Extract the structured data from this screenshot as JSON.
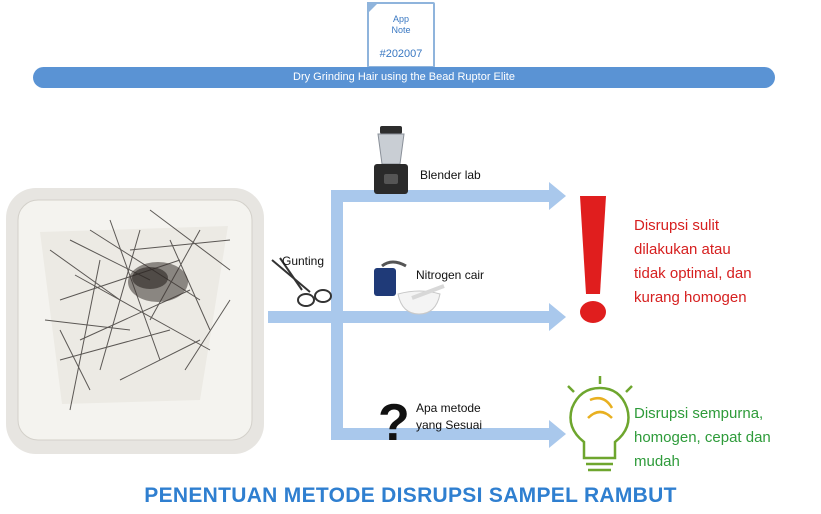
{
  "app_note": {
    "label_line1": "App",
    "label_line2": "Note",
    "number": "#202007"
  },
  "banner": {
    "title": "Dry Grinding  Hair using the Bead Ruptor Elite"
  },
  "start": {
    "tool_label": "Gunting"
  },
  "methods": [
    {
      "label": "Blender lab",
      "icon": "blender-icon"
    },
    {
      "label": "Nitrogen cair",
      "icon": "liquid-nitrogen-mortar-icon"
    },
    {
      "label_line1": "Apa metode",
      "label_line2": "yang Sesuai",
      "icon": "question-mark-icon"
    }
  ],
  "outcomes": {
    "bad": {
      "lines": [
        "Disrupsi sulit",
        "dilakukan atau",
        "tidak optimal, dan",
        "kurang homogen"
      ],
      "color": "#d61f1f",
      "icon": "exclamation-icon"
    },
    "good": {
      "lines": [
        "Disrupsi sempurna,",
        "homogen, cepat dan",
        "mudah"
      ],
      "color": "#2e9b3a",
      "icon": "lightbulb-icon"
    }
  },
  "footer": {
    "heading": "PENENTUAN METODE DISRUPSI SAMPEL RAMBUT"
  },
  "colors": {
    "accent": "#5a93d4",
    "arrow": "#a9c8ec",
    "heading": "#2f7fd0"
  }
}
